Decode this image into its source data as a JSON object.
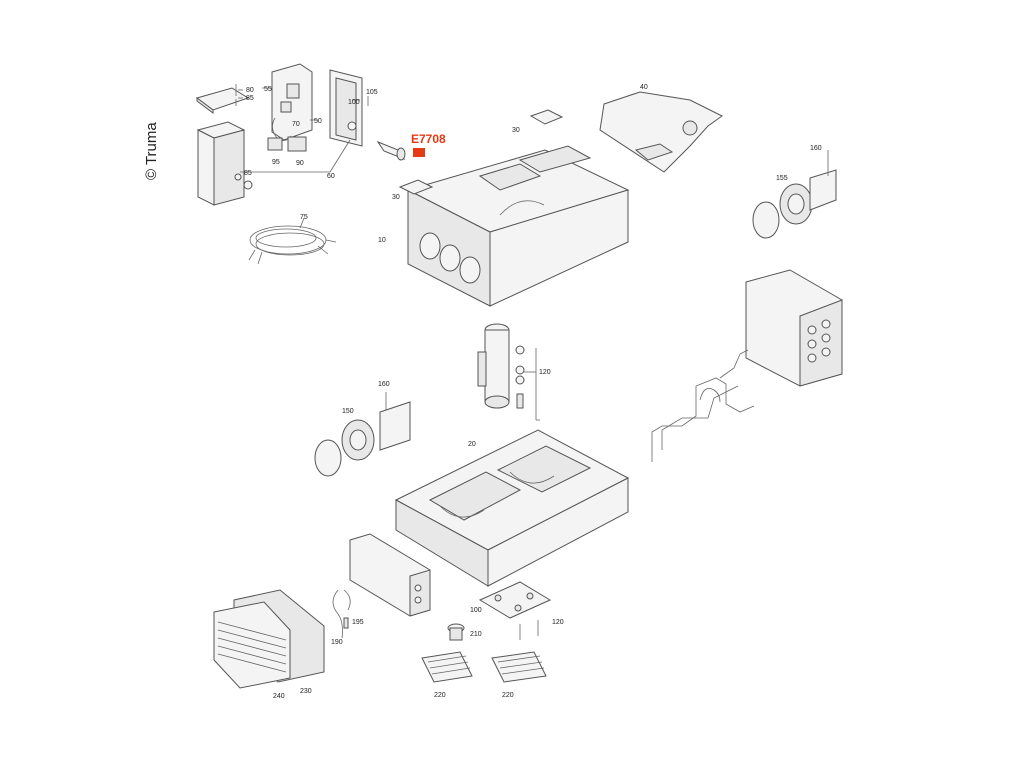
{
  "copyright": "© Truma",
  "highlight": {
    "code": "E7708",
    "color": "#e53a15"
  },
  "labels": {
    "p80": "80",
    "p85a": "85",
    "p55": "55",
    "p100a": "100",
    "p105": "105",
    "p70": "70",
    "p50": "50",
    "p95": "95",
    "p90": "90",
    "p85b": "85",
    "p60": "60",
    "p75": "75",
    "p30a": "30",
    "p30b": "30",
    "p40": "40",
    "p10": "10",
    "p160a": "160",
    "p155": "155",
    "p120a": "120",
    "p160b": "160",
    "p150": "150",
    "p20": "20",
    "p195": "195",
    "p190": "190",
    "p100b": "100",
    "p120b": "120",
    "p210": "210",
    "p240": "240",
    "p230": "230",
    "p220a": "220",
    "p220b": "220"
  }
}
